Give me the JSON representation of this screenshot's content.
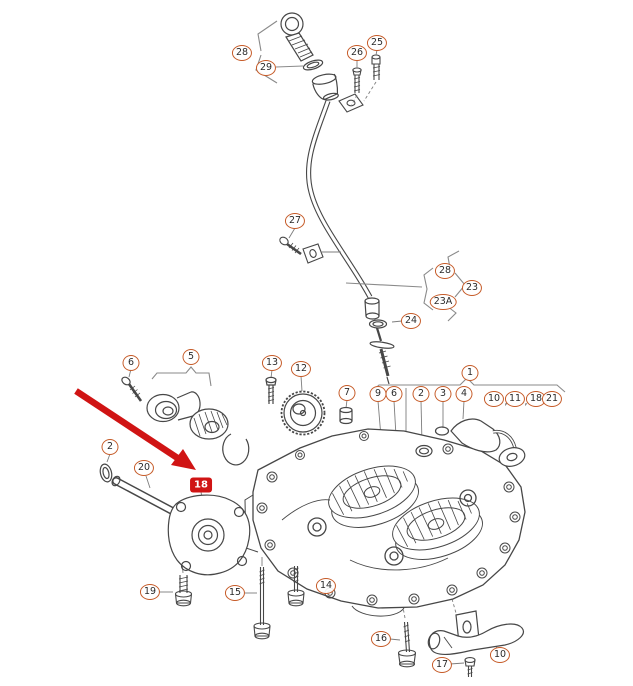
{
  "figure": {
    "type": "exploded-parts-diagram",
    "subject": "oil pump, balance shaft module and oil dipstick tube"
  },
  "colors": {
    "callout_border": "#c65b28",
    "callout_text": "#2a2a2a",
    "line": "#474747",
    "leader": "#7d7d7d",
    "bracket": "#8a8a8a",
    "highlight": "#d01414",
    "background": "#ffffff"
  },
  "punctuation": {
    "comma": ","
  },
  "highlight": {
    "label": "18"
  },
  "callouts": [
    {
      "label": "28"
    },
    {
      "label": "29"
    },
    {
      "label": "26"
    },
    {
      "label": "25"
    },
    {
      "label": "27"
    },
    {
      "label": "28"
    },
    {
      "label": "23"
    },
    {
      "label": "23A"
    },
    {
      "label": "24"
    },
    {
      "label": "6"
    },
    {
      "label": "5"
    },
    {
      "label": "13"
    },
    {
      "label": "12"
    },
    {
      "label": "7"
    },
    {
      "label": "1"
    },
    {
      "label": "9"
    },
    {
      "label": "6"
    },
    {
      "label": "2"
    },
    {
      "label": "3"
    },
    {
      "label": "4"
    },
    {
      "label": "10"
    },
    {
      "label": "11"
    },
    {
      "label": "18"
    },
    {
      "label": "21"
    },
    {
      "label": "2"
    },
    {
      "label": "20"
    },
    {
      "label": "19"
    },
    {
      "label": "15"
    },
    {
      "label": "14"
    },
    {
      "label": "16"
    },
    {
      "label": "10"
    },
    {
      "label": "17"
    }
  ]
}
